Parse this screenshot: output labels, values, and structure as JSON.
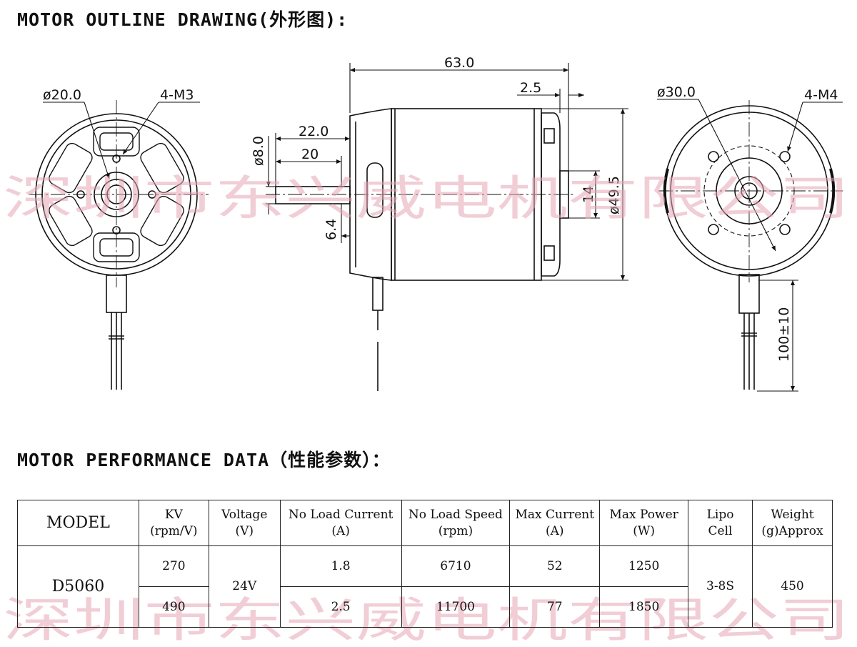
{
  "headings": {
    "outline": "MOTOR OUTLINE DRAWING(外形图):",
    "performance": "MOTOR PERFORMANCE DATA（性能参数）："
  },
  "dimensions": {
    "front_diameter": "ø20.0",
    "front_screws": "4-M3",
    "length_total": "63.0",
    "flange_thickness": "2.5",
    "shaft_len_a": "22.0",
    "shaft_len_b": "20",
    "shaft_diameter": "ø8.0",
    "shaft_offset": "6.4",
    "hub_height": "14",
    "body_diameter": "ø49.5",
    "rear_diameter": "ø30.0",
    "rear_screws": "4-M4",
    "lead_length": "100±10"
  },
  "watermark": "深圳市东兴威电机有限公司",
  "table": {
    "headers": [
      {
        "line1": "MODEL",
        "line2": ""
      },
      {
        "line1": "KV",
        "line2": "(rpm/V)"
      },
      {
        "line1": "Voltage",
        "line2": "(V)"
      },
      {
        "line1": "No Load Current",
        "line2": "(A)"
      },
      {
        "line1": "No Load Speed",
        "line2": "(rpm)"
      },
      {
        "line1": "Max Current",
        "line2": "(A)"
      },
      {
        "line1": "Max Power",
        "line2": "(W)"
      },
      {
        "line1": "Lipo",
        "line2": "Cell"
      },
      {
        "line1": "Weight",
        "line2": "(g)Approx"
      }
    ],
    "model": "D5060",
    "voltage": "24V",
    "lipo": "3-8S",
    "weight": "450",
    "rows": [
      {
        "kv": "270",
        "no_load_current": "1.8",
        "no_load_speed": "6710",
        "max_current": "52",
        "max_power": "1250"
      },
      {
        "kv": "490",
        "no_load_current": "2.5",
        "no_load_speed": "11700",
        "max_current": "77",
        "max_power": "1850"
      }
    ]
  }
}
